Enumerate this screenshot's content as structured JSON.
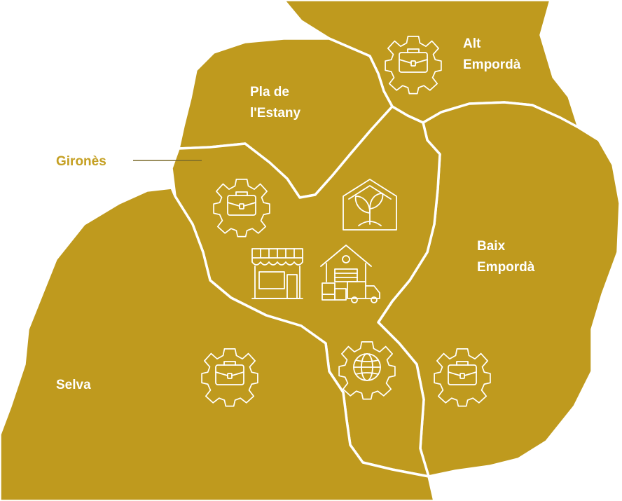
{
  "colors": {
    "region_fill": "#bf9a1e",
    "border": "#ffffff",
    "label_text": "#ffffff",
    "callout_text": "#c5a023",
    "callout_line": "#7a6a2a"
  },
  "regions": {
    "alt_emporda": {
      "line1": "Alt",
      "line2": "Empordà"
    },
    "pla_estany": {
      "line1": "Pla de",
      "line2": "l'Estany"
    },
    "baix_emporda": {
      "line1": "Baix",
      "line2": "Empordà"
    },
    "selva": {
      "label": "Selva"
    },
    "girones": {
      "label": "Gironès"
    }
  },
  "icons": [
    {
      "name": "gear-briefcase-icon",
      "region": "Alt Empordà"
    },
    {
      "name": "gear-briefcase-icon",
      "region": "Gironès"
    },
    {
      "name": "greenhouse-plant-icon",
      "region": "Gironès"
    },
    {
      "name": "shop-icon",
      "region": "Gironès"
    },
    {
      "name": "warehouse-truck-icon",
      "region": "Gironès"
    },
    {
      "name": "gear-globe-icon",
      "region": "Gironès"
    },
    {
      "name": "gear-briefcase-icon",
      "region": "Selva"
    },
    {
      "name": "gear-briefcase-icon",
      "region": "Baix Empordà"
    }
  ]
}
